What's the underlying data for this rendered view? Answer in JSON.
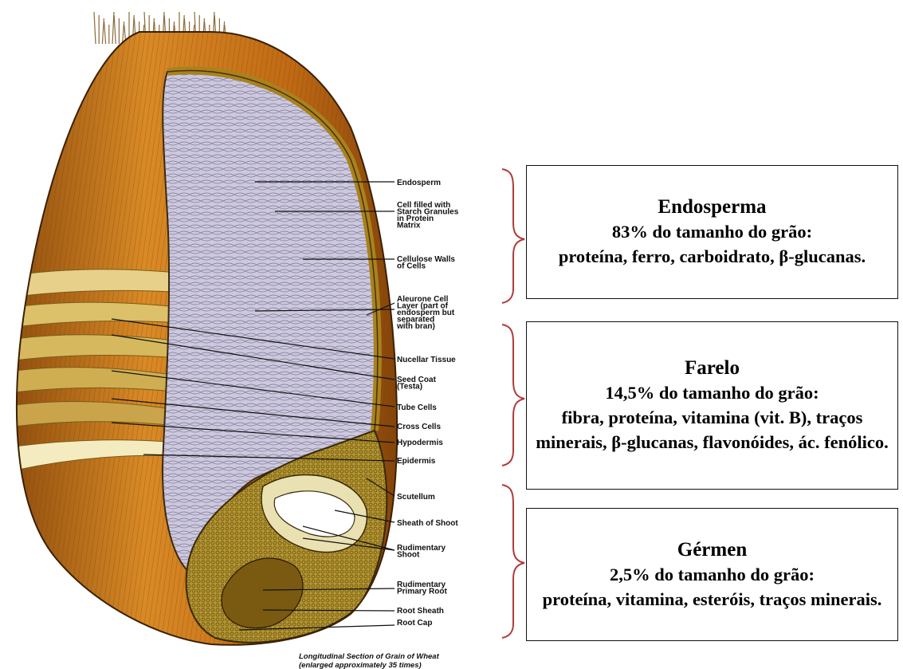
{
  "figure_caption": [
    "Longitudinal Section of Grain of Wheat",
    "(enlarged approximately 35 times)"
  ],
  "labels": [
    {
      "id": "endosperm",
      "lines": [
        "Endosperm"
      ]
    },
    {
      "id": "starch-cell",
      "lines": [
        "Cell filled with",
        "Starch Granules",
        "in Protein",
        "Matrix"
      ]
    },
    {
      "id": "cellulose-walls",
      "lines": [
        "Cellulose Walls",
        "of Cells"
      ]
    },
    {
      "id": "aleurone",
      "lines": [
        "Aleurone Cell",
        "Layer (part of",
        "endosperm but",
        "separated",
        "with bran)"
      ]
    },
    {
      "id": "nucellar",
      "lines": [
        "Nucellar Tissue"
      ]
    },
    {
      "id": "seed-coat",
      "lines": [
        "Seed Coat",
        "(Testa)"
      ]
    },
    {
      "id": "tube-cells",
      "lines": [
        "Tube Cells"
      ]
    },
    {
      "id": "cross-cells",
      "lines": [
        "Cross Cells"
      ]
    },
    {
      "id": "hypodermis",
      "lines": [
        "Hypodermis"
      ]
    },
    {
      "id": "epidermis",
      "lines": [
        "Epidermis"
      ]
    },
    {
      "id": "scutellum",
      "lines": [
        "Scutellum"
      ]
    },
    {
      "id": "sheath-shoot",
      "lines": [
        "Sheath of Shoot"
      ]
    },
    {
      "id": "rudimentary-shoot",
      "lines": [
        "Rudimentary",
        "Shoot"
      ]
    },
    {
      "id": "rudimentary-root",
      "lines": [
        "Rudimentary",
        "Primary Root"
      ]
    },
    {
      "id": "root-sheath",
      "lines": [
        "Root Sheath"
      ]
    },
    {
      "id": "root-cap",
      "lines": [
        "Root Cap"
      ]
    }
  ],
  "boxes": [
    {
      "id": "endosperma",
      "title": "Endosperma",
      "subtitle": "83% do tamanho do grão:",
      "description": "proteína, ferro, carboidrato, β-glucanas."
    },
    {
      "id": "farelo",
      "title": "Farelo",
      "subtitle": "14,5% do tamanho do grão:",
      "description": "fibra, proteína, vitamina (vit. B), traços minerais, β-glucanas, flavonóides, ác. fenólico."
    },
    {
      "id": "germen",
      "title": "Gérmen",
      "subtitle": "2,5% do tamanho do grão:",
      "description": "proteína, vitamina, esteróis, traços minerais."
    }
  ],
  "colors": {
    "bran_orange": "#c8761a",
    "bran_dark": "#8a4a0c",
    "endosperm_lavender": "#c9c4dc",
    "germ_olive": "#a88a2a",
    "bracket_red": "#b03a3a",
    "box_border": "#111111"
  }
}
